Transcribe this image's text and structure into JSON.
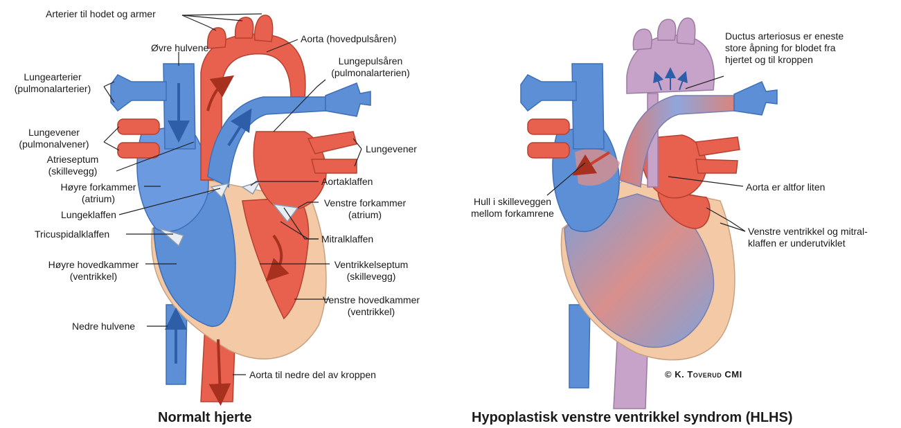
{
  "colors": {
    "artery": "#e8614f",
    "artery_dark": "#c9412f",
    "vein": "#5d8fd6",
    "vein_dark": "#3d6fb8",
    "muscle": "#f3c9a6",
    "mixed": "#c7a3c9",
    "valve": "#e8eef3",
    "line": "#222222"
  },
  "normal": {
    "caption": "Normalt hjerte",
    "labels": {
      "arteries_head": "Arterier til hodet og armer",
      "aorta": "Aorta (hovedpulsåren)",
      "svc": "Øvre hulvene",
      "pulm_artery_1": "Lungepulsåren",
      "pulm_artery_2": "(pulmonalarterien)",
      "lung_arteries_1": "Lungearterier",
      "lung_arteries_2": "(pulmonalarterier)",
      "lung_veins_left_1": "Lungevener",
      "lung_veins_left_2": "(pulmonalvener)",
      "lung_veins_right": "Lungevener",
      "atrial_septum_1": "Atrieseptum",
      "atrial_septum_2": "(skillevegg)",
      "right_atrium_1": "Høyre forkammer",
      "right_atrium_2": "(atrium)",
      "aortic_valve": "Aortaklaffen",
      "pulm_valve": "Lungeklaffen",
      "left_atrium_1": "Venstre forkammer",
      "left_atrium_2": "(atrium)",
      "tricuspid": "Tricuspidalklaffen",
      "mitral": "Mitralklaffen",
      "right_ventricle_1": "Høyre hovedkammer",
      "right_ventricle_2": "(ventrikkel)",
      "vent_septum_1": "Ventrikkelseptum",
      "vent_septum_2": "(skillevegg)",
      "left_ventricle_1": "Venstre hovedkammer",
      "left_ventricle_2": "(ventrikkel)",
      "ivc": "Nedre hulvene",
      "descending_aorta": "Aorta til nedre del av kroppen"
    }
  },
  "hlhs": {
    "caption": "Hypoplastisk venstre ventrikkel syndrom (HLHS)",
    "labels": {
      "ductus_1": "Ductus arteriosus er eneste",
      "ductus_2": "store åpning for blodet fra",
      "ductus_3": "hjertet og til kroppen",
      "aorta_small": "Aorta er altfor liten",
      "hole_1": "Hull i skilleveggen",
      "hole_2": "mellom forkamrene",
      "lv_mitral_1": "Venstre ventrikkel og mitral-",
      "lv_mitral_2": "klaffen er underutviklet"
    },
    "credit_prefix": "© K. ",
    "credit_name": "Toverud",
    "credit_suffix": " CMI"
  }
}
